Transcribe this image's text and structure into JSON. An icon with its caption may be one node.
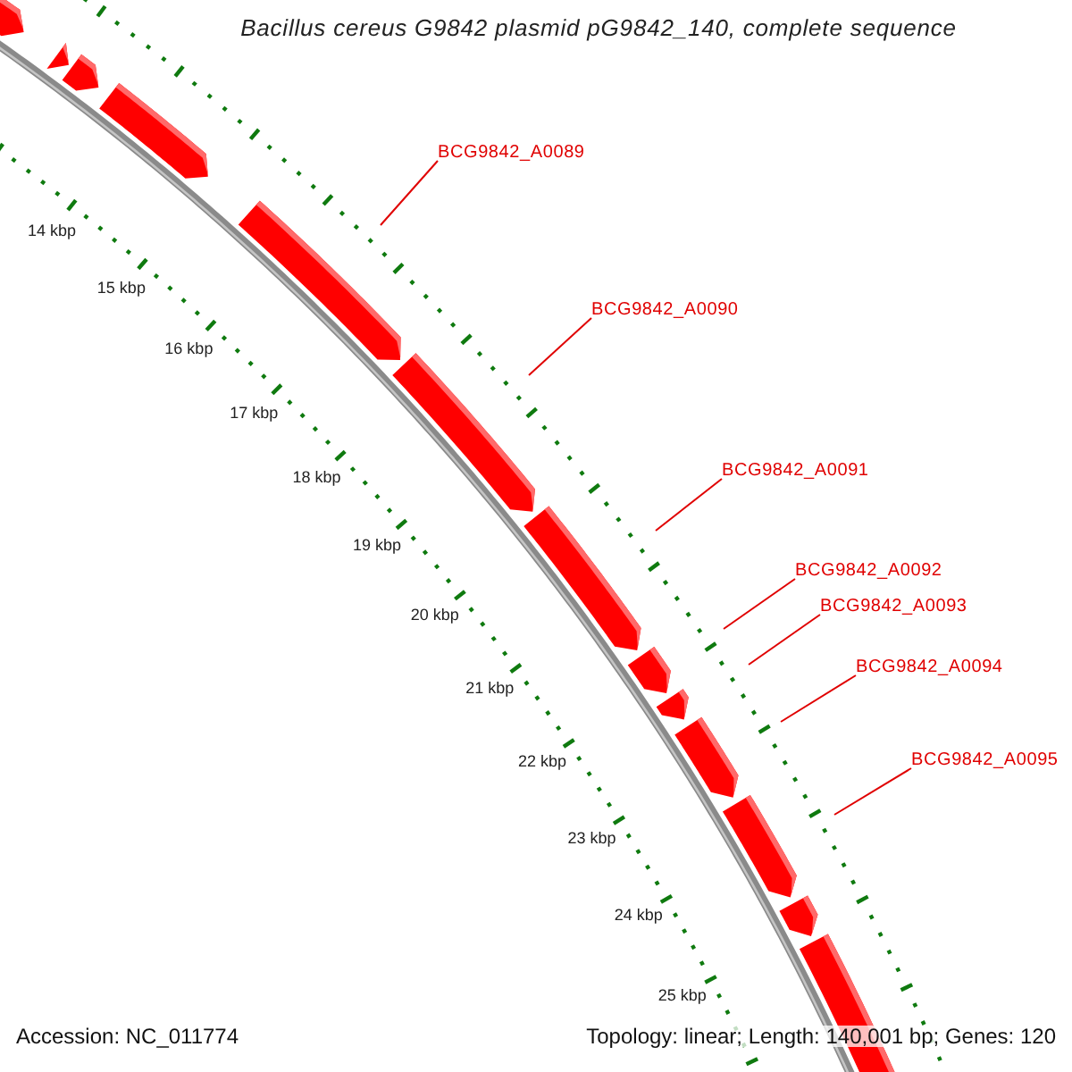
{
  "diagram": {
    "title": "Bacillus cereus G9842 plasmid pG9842_140, complete sequence",
    "nodes": [
      {
        "text": [
          "BCG9842_A0089"
        ]
      },
      {
        "text": [
          "BCG9842_A0090"
        ]
      },
      {
        "text": [
          "BCG9842_A0091"
        ]
      },
      {
        "text": [
          "BCG9842_A0092"
        ]
      },
      {
        "text": [
          "BCG9842_A0093"
        ]
      },
      {
        "text": [
          "BCG9842_A0094"
        ]
      },
      {
        "text": [
          "BCG9842_A0095"
        ]
      }
    ],
    "edges": [
      {
        "from": 0,
        "to": null,
        "arrow": "none"
      },
      {
        "from": 1,
        "to": null,
        "arrow": "none"
      },
      {
        "from": 2,
        "to": null,
        "arrow": "none"
      },
      {
        "from": 3,
        "to": null,
        "arrow": "none"
      },
      {
        "from": 4,
        "to": null,
        "arrow": "none"
      },
      {
        "from": 5,
        "to": null,
        "arrow": "none"
      },
      {
        "from": 6,
        "to": null,
        "arrow": "none"
      }
    ],
    "labels": [
      "14 kbp",
      "15 kbp",
      "16 kbp",
      "17 kbp",
      "18 kbp",
      "19 kbp",
      "20 kbp",
      "21 kbp",
      "22 kbp",
      "23 kbp",
      "24 kbp",
      "25 kbp",
      "Accession: NC_011774",
      "Topology: linear; Length: 140,001 bp; Genes: 120"
    ]
  }
}
